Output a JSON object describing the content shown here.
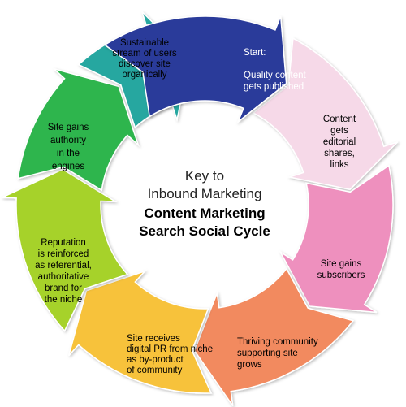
{
  "center": {
    "line1": "Key to",
    "line2": "Inbound Marketing",
    "line3": "Content Marketing",
    "line4": "Search Social Cycle"
  },
  "segments": [
    {
      "id": "start",
      "lines": [
        "Start:",
        "",
        "Quality content",
        "gets published"
      ],
      "fill": "#2a3a9a",
      "text_color": "#ffffff"
    },
    {
      "id": "shares",
      "lines": [
        "Content",
        "gets",
        "editorial",
        "shares,",
        "links"
      ],
      "fill": "#f6d9e8",
      "text_color": "#000000"
    },
    {
      "id": "subscribers",
      "lines": [
        "Site gains",
        "subscribers"
      ],
      "fill": "#ee90be",
      "text_color": "#000000"
    },
    {
      "id": "community",
      "lines": [
        "Thriving community",
        "supporting site",
        "grows"
      ],
      "fill": "#f28a5e",
      "text_color": "#000000"
    },
    {
      "id": "digital-pr",
      "lines": [
        "Site receives",
        "digital PR from niche",
        "as by-product",
        "of community"
      ],
      "fill": "#f7c23a",
      "text_color": "#000000"
    },
    {
      "id": "reputation",
      "lines": [
        "Reputation",
        "is reinforced",
        "as referential,",
        "authoritative",
        "brand for",
        "the niche"
      ],
      "fill": "#a6d22a",
      "text_color": "#000000"
    },
    {
      "id": "authority",
      "lines": [
        "Site gains",
        "authority",
        "in the",
        "engines"
      ],
      "fill": "#2fb54e",
      "text_color": "#000000"
    },
    {
      "id": "stream",
      "lines": [
        "Sustainable",
        "stream of users",
        "discover site",
        "organically"
      ],
      "fill": "#26a7a0",
      "text_color": "#000000"
    }
  ]
}
